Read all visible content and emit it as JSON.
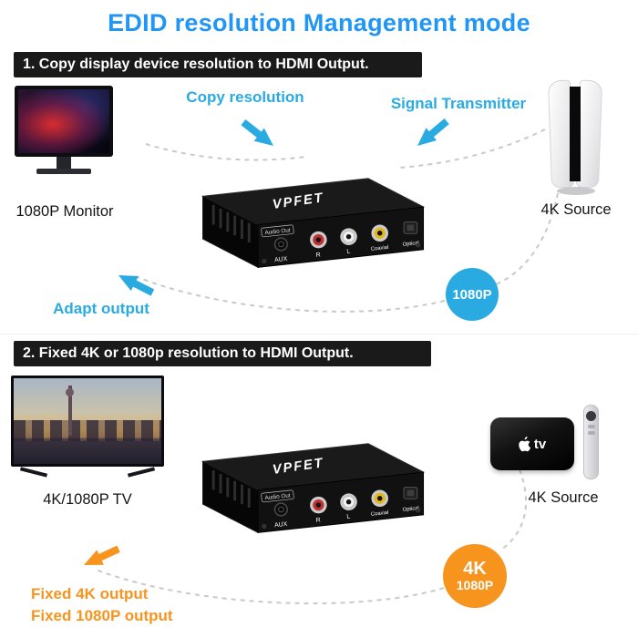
{
  "title": "EDID resolution Management mode",
  "section1": {
    "header": "1. Copy display device resolution to HDMI Output.",
    "copy_resolution_label": "Copy resolution",
    "signal_transmitter_label": "Signal Transmitter",
    "monitor_label": "1080P Monitor",
    "source_label": "4K Source",
    "adapt_output_label": "Adapt output",
    "badge": "1080P"
  },
  "section2": {
    "header": "2. Fixed 4K or 1080p resolution to HDMI Output.",
    "tv_label": "4K/1080P TV",
    "source_label": "4K Source",
    "appletv_logo_text": "tv",
    "fixed_4k_label": "Fixed 4K output",
    "fixed_1080p_label": "Fixed 1080P output",
    "badge_line1": "4K",
    "badge_line2": "1080P"
  },
  "device": {
    "brand": "VPFET",
    "audio_out_label": "Audio Out",
    "ports": {
      "aux": "AUX",
      "r": "R",
      "l": "L",
      "coaxial": "Coaxial",
      "optical": "Optical"
    }
  },
  "colors": {
    "title_blue": "#2196F3",
    "arrow_blue": "#29ABE2",
    "accent_orange": "#F7941E",
    "header_bg": "#1A1A1A"
  }
}
